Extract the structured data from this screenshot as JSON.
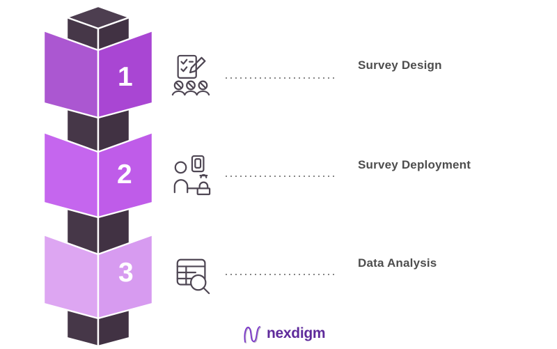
{
  "steps": [
    {
      "number": "1",
      "label": "Survey Design",
      "icon": "survey-design-icon"
    },
    {
      "number": "2",
      "label": "Survey Deployment",
      "icon": "survey-deployment-icon"
    },
    {
      "number": "3",
      "label": "Data Analysis",
      "icon": "data-analysis-icon"
    }
  ],
  "logo": {
    "text": "nexdigm",
    "color": "#5f2b9b"
  },
  "colors": {
    "background": "#ffffff",
    "cube1_left": "#ab57d1",
    "cube1_right": "#a946d3",
    "cube2_left": "#c566ee",
    "cube2_right": "#bf5ce9",
    "cube3_left": "#dda6f2",
    "cube3_right": "#d79bf0",
    "connector_left": "#463748",
    "connector_right": "#413243",
    "connector_top": "#4d3e50",
    "cube_edge": "#ffffff",
    "step_number": "#ffffff",
    "label_text": "#4d4d4d",
    "dotted_line": "#848484",
    "icon_stroke": "#4e4653"
  }
}
